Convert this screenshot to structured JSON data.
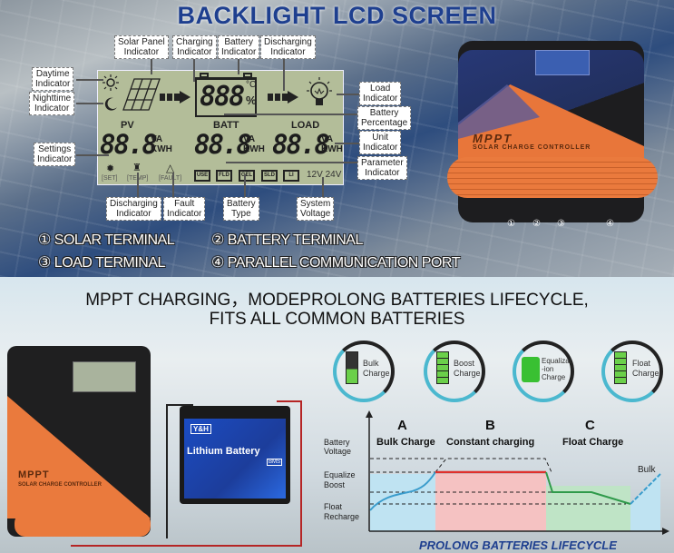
{
  "header": {
    "title": "BACKLIGHT LCD SCREEN"
  },
  "lcd": {
    "labels": {
      "solar_panel": "Solar Panel\nIndicator",
      "charging": "Charging\nIndicator",
      "battery": "Battery\nIndicator",
      "discharging_top": "Discharging\nIndicator",
      "daytime": "Daytime\nIndicator",
      "nighttime": "Nighttime\nIndicator",
      "load": "Load\nIndicator",
      "battery_percentage": "Battery\nPercentage",
      "unit": "Unit\nIndicator",
      "parameter": "Parameter\nIndicator",
      "settings": "Settings\nIndicator",
      "discharging_bottom": "Discharging\nIndicator",
      "fault": "Fault\nIndicator",
      "battery_type": "Battery\nType",
      "system_voltage": "System\nVoltage"
    },
    "display": {
      "battery_value": "888",
      "temp_unit": "°C",
      "percent_unit": "%",
      "pv_label": "PV",
      "batt_label": "BATT",
      "load_label": "LOAD",
      "pv_value": "88.8",
      "batt_value": "88.8",
      "load_value": "88.8",
      "unit_va": "VA",
      "unit_kwh": "KWH",
      "set": "[SET]",
      "temp": "[TEMP]",
      "fault": "[FAULT]",
      "battery_types": [
        "USE",
        "FLD",
        "GEL",
        "SLD",
        "LI"
      ],
      "system_voltage": "12V 24V"
    }
  },
  "terminals": [
    "① SOLAR TERMINAL",
    "② BATTERY TERMINAL",
    "③ LOAD TERMINAL",
    "④ PARALLEL COMMUNICATION PORT"
  ],
  "device": {
    "brand": "MPPT",
    "subtitle": "SOLAR CHARGE CONTROLLER",
    "port_numbers": [
      "①",
      "②",
      "③",
      "④"
    ]
  },
  "bottom": {
    "title_line1": "MPPT CHARGING，MODEPROLONG BATTERIES LIFECYCLE,",
    "title_line2": "FITS ALL COMMON BATTERIES",
    "battery_label": "Lithium Battery",
    "battery_brand": "Y&H",
    "battery_bms": "BMS",
    "charge_icons": [
      {
        "label": "Bulk\nCharge"
      },
      {
        "label": "Boost\nCharge"
      },
      {
        "label": "Equalizat\n-ion\nCharge"
      },
      {
        "label": "Float\nCharge"
      }
    ]
  },
  "chart_data": {
    "type": "area",
    "title": "PROLONG BATTERIES LIFECYCLE",
    "ylabel": "Battery Voltage",
    "y_levels": [
      "Equalize",
      "Boost",
      "Float",
      "Recharge"
    ],
    "phases": [
      {
        "letter": "A",
        "name": "Bulk Charge",
        "color": "#bfe3f2"
      },
      {
        "letter": "B",
        "name": "Constant charging",
        "color": "#f5c2c2"
      },
      {
        "letter": "C",
        "name": "Float Charge",
        "color": "#bfe4c6"
      }
    ],
    "annotations": [
      "Bulk"
    ],
    "series": [
      {
        "name": "Bulk voltage",
        "color": "#3a9ccc"
      },
      {
        "name": "Boost voltage",
        "color": "#e0302c"
      },
      {
        "name": "Float voltage",
        "color": "#2f9a4a"
      }
    ]
  }
}
